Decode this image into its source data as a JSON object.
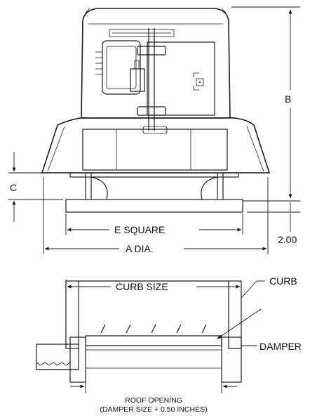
{
  "top_view": {
    "label_b": "B",
    "label_c": "C",
    "label_e_square": "E SQUARE",
    "label_a_dia": "A DIA.",
    "label_200": "2.00"
  },
  "section_view": {
    "label_curb_size": "CURB SIZE",
    "label_curb": "CURB",
    "label_damper": "DAMPER",
    "label_roof_opening": "ROOF OPENING",
    "label_damper_size": "(DAMPER SIZE + 0.50 INCHES)"
  },
  "colors": {
    "line": "#1a1a1a",
    "background": "#ffffff"
  }
}
